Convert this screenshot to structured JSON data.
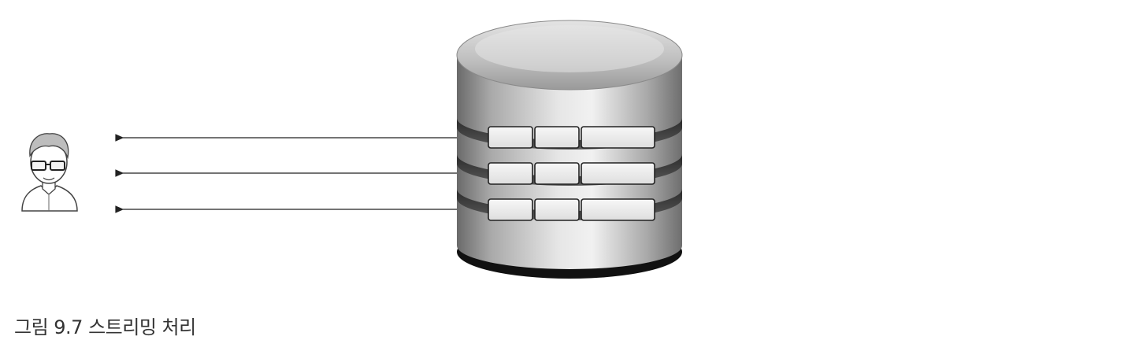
{
  "caption": "그림 9.7 스트리밍 처리",
  "nodes": {
    "user": {
      "icon": "user-with-glasses-icon"
    },
    "database": {
      "icon": "database-cylinder-icon",
      "records_per_row": 3,
      "rows": 3
    }
  },
  "edges": [
    {
      "from": "database",
      "to": "user",
      "style": "arrow"
    },
    {
      "from": "database",
      "to": "user",
      "style": "arrow"
    },
    {
      "from": "database",
      "to": "user",
      "style": "arrow"
    }
  ]
}
